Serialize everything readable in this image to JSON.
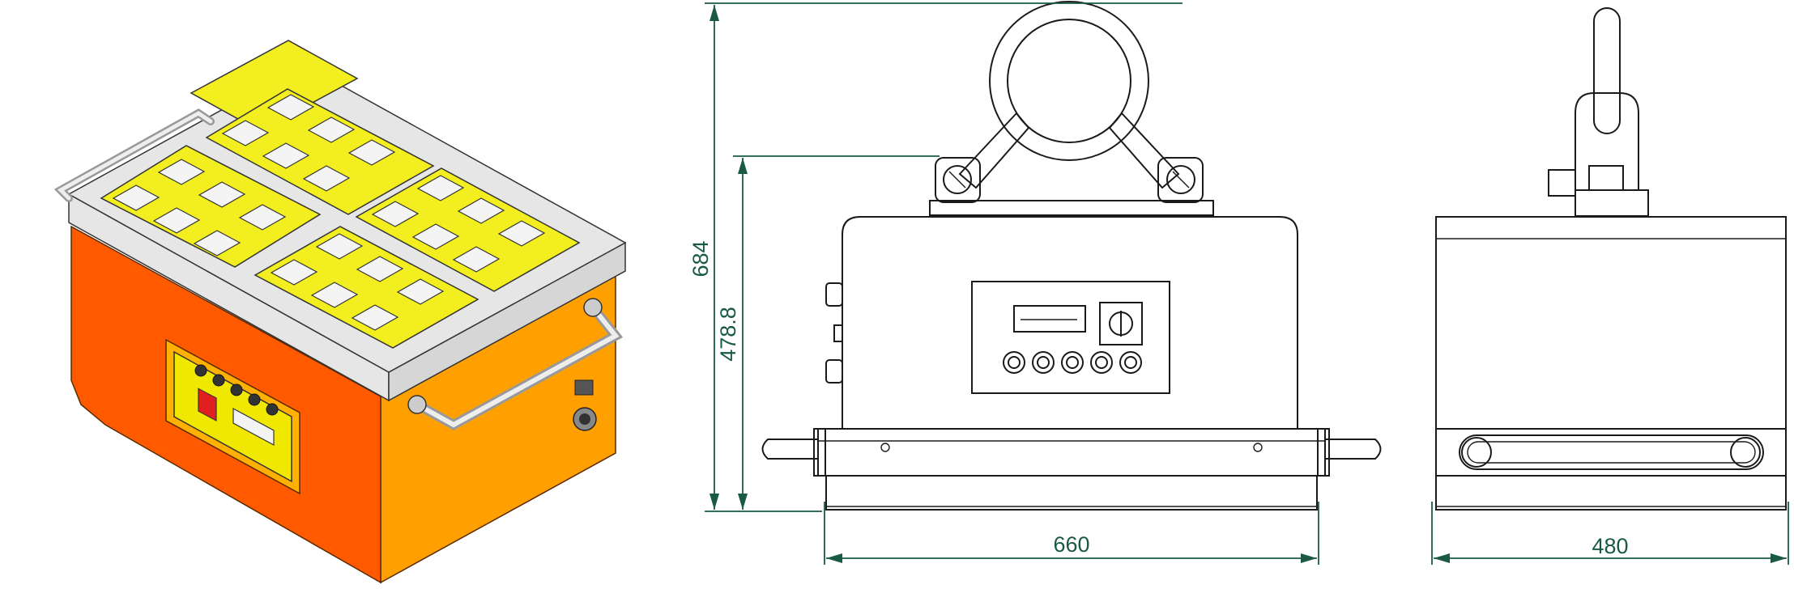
{
  "product": {
    "body_color": "#ff5a00",
    "body_highlight": "#ffa000",
    "pole_frame_color": "#f2ee20",
    "pole_color": "#f4f4f4",
    "control_panel_color": "#f0e800",
    "steel_color": "#e6e6e6"
  },
  "dimensions": {
    "total_height": "684",
    "body_height": "478.8",
    "width": "660",
    "depth": "480",
    "line_color": "#1a5a45"
  },
  "icons": {
    "lifting_ring": "lifting-ring-icon",
    "selector_switch": "rotary-switch-icon",
    "indicator_lamps": "indicator-lamp-icon",
    "display": "display-icon",
    "handle": "handle-icon"
  }
}
